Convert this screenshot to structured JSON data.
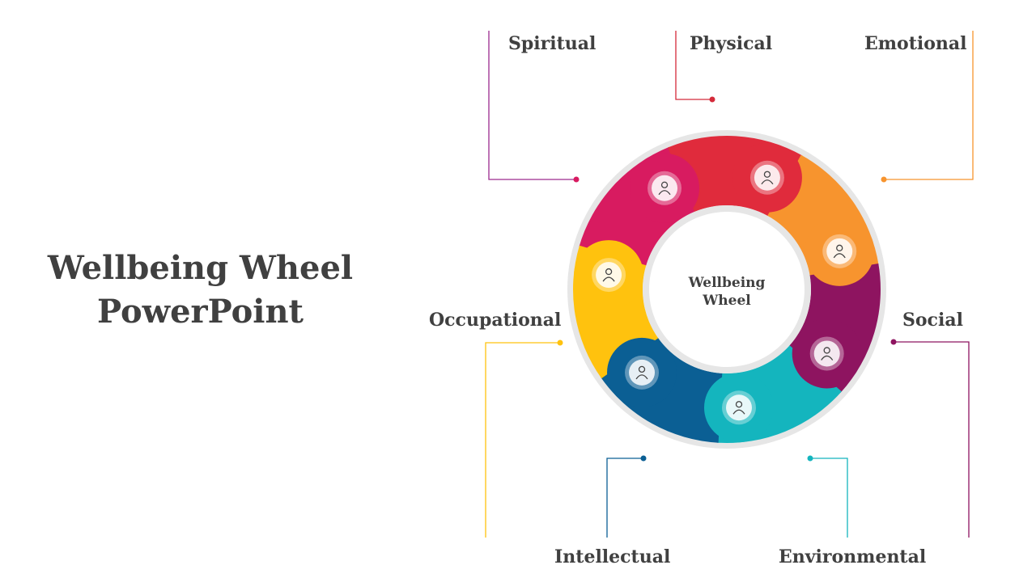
{
  "title": {
    "line1": "Wellbeing Wheel",
    "line2": "PowerPoint"
  },
  "center": {
    "line1": "Wellbeing",
    "line2": "Wheel"
  },
  "segments": [
    {
      "name": "Spiritual",
      "color": "#D81B60",
      "icon": "clapping-hands-icon"
    },
    {
      "name": "Physical",
      "color": "#E02B3C",
      "icon": "running-figure-icon"
    },
    {
      "name": "Emotional",
      "color": "#F7942E",
      "icon": "head-heart-icon"
    },
    {
      "name": "Social",
      "color": "#8E1460",
      "icon": "people-network-icon"
    },
    {
      "name": "Environmental",
      "color": "#14B5BE",
      "icon": "plant-globe-icon"
    },
    {
      "name": "Intellectual",
      "color": "#0B5F94",
      "icon": "lightbulb-hand-icon"
    },
    {
      "name": "Occupational",
      "color": "#FFC20E",
      "icon": "workers-icon"
    }
  ]
}
